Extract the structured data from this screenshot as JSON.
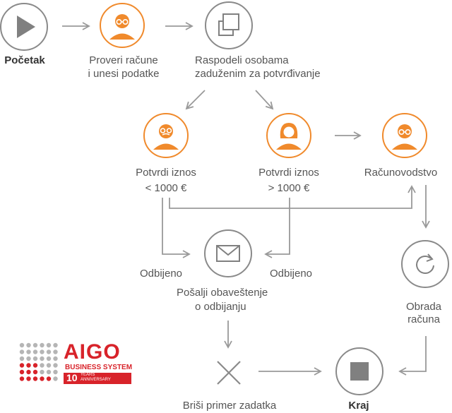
{
  "nodes": {
    "start": {
      "label": "Početak",
      "icon": "play-icon"
    },
    "check": {
      "label_line1": "Proveri račune",
      "label_line2": "i unesi podatke",
      "icon": "user-glasses-icon"
    },
    "assign": {
      "label_line1": "Raspodeli osobama",
      "label_line2": "zaduženim za potvrđivanje",
      "icon": "copy-icon"
    },
    "approve_low": {
      "label_line1": "Potvrdi iznos",
      "label_line2": "< 1000 €",
      "icon": "user-mustache-icon"
    },
    "approve_high": {
      "label_line1": "Potvrdi iznos",
      "label_line2": "> 1000 €",
      "icon": "user-woman-icon"
    },
    "accounting": {
      "label": "Računovodstvo",
      "icon": "user-glasses-icon"
    },
    "notify": {
      "label_line1": "Pošalji obaveštenje",
      "label_line2": "o odbijanju",
      "icon": "envelope-icon"
    },
    "process": {
      "label_line1": "Obrada",
      "label_line2": "računa",
      "icon": "refresh-icon"
    },
    "delete": {
      "label": "Briši primer zadatka",
      "icon": "close-icon"
    },
    "end": {
      "label": "Kraj",
      "icon": "stop-icon"
    }
  },
  "edges": {
    "rejected_left": "Odbijeno",
    "rejected_right": "Odbijeno"
  },
  "logo": {
    "name": "AIGO",
    "subtitle": "BUSINESS SYSTEM",
    "badge_number": "10",
    "badge_text1": "YEARS",
    "badge_text2": "ANNIVERSARY"
  },
  "colors": {
    "accent": "#f08a2c",
    "gray": "#8a8a8a",
    "brand_red": "#d8232a"
  }
}
